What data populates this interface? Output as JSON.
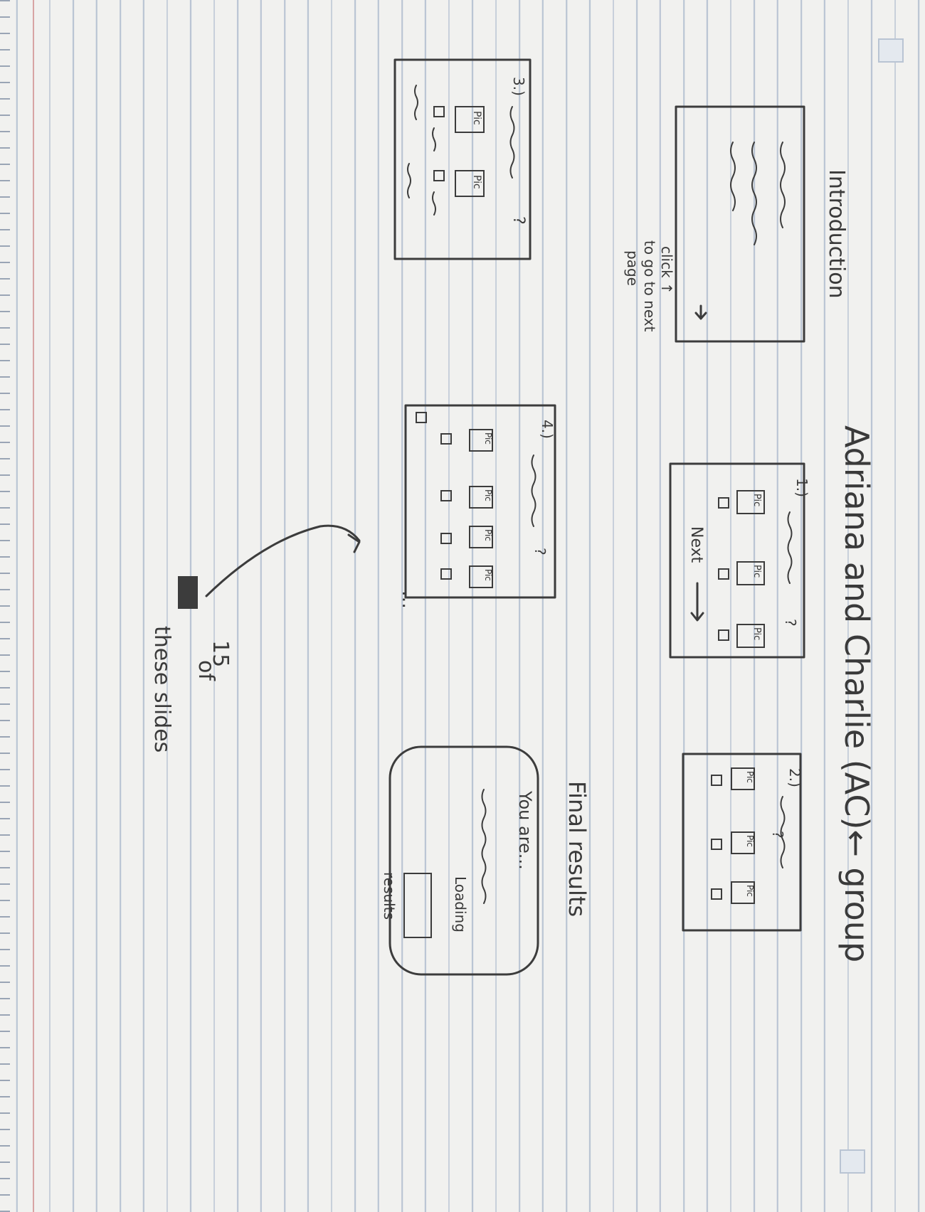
{
  "title": "Adriana and Charlie (AC)← group",
  "intro": {
    "label": "Introduction",
    "click_note": [
      "click ↑",
      "to go to next",
      "page"
    ]
  },
  "slide1": {
    "number": "1.)",
    "mark": "?",
    "pic": "Pic",
    "next": "Next"
  },
  "slide2": {
    "number": "2.)",
    "mark": "?",
    "pic": "Pic"
  },
  "slide3": {
    "number": "3.)",
    "mark": "?",
    "pic": "Pic"
  },
  "slide4": {
    "number": "4.)",
    "mark": "?",
    "pic": "Pic",
    "ellipsis": "…"
  },
  "annotation": {
    "count": "15",
    "line1": "of",
    "line2": "these slides"
  },
  "final": {
    "label": "Final results",
    "you_are": "You are...",
    "loading": "Loading",
    "results": "results"
  }
}
